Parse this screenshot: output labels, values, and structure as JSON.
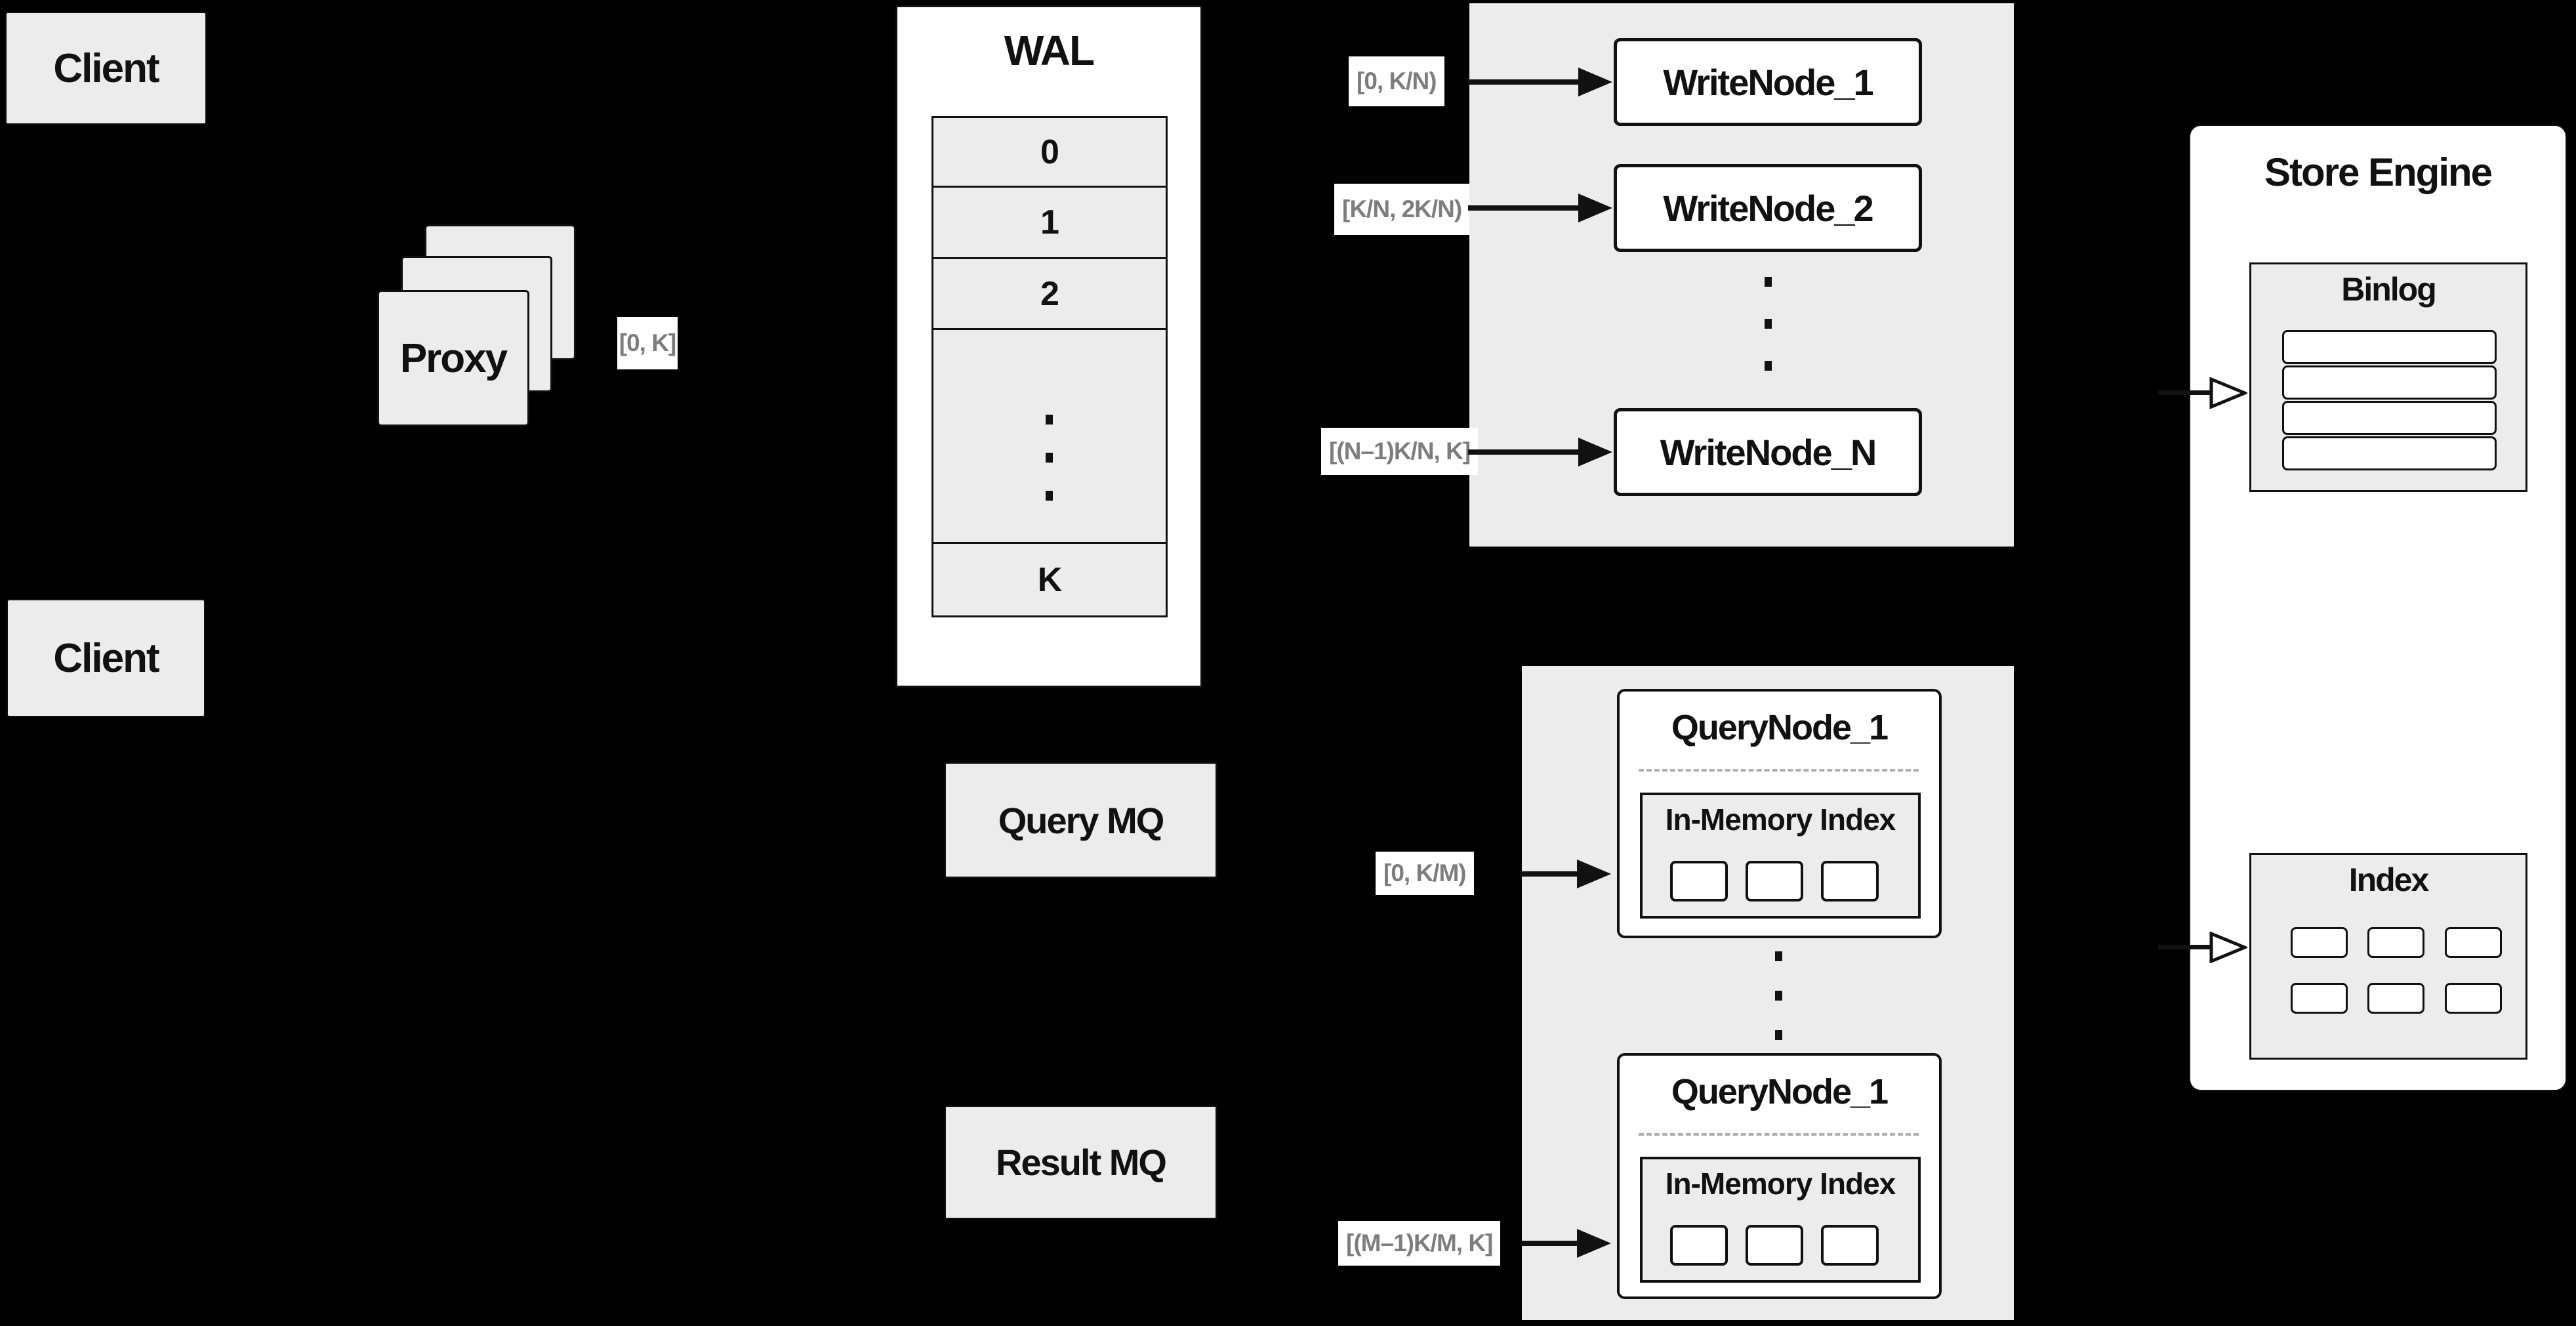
{
  "client_top": {
    "label": "Client"
  },
  "client_bottom": {
    "label": "Client"
  },
  "proxy": {
    "label": "Proxy",
    "range": "[0, K]"
  },
  "wal": {
    "title": "WAL",
    "cells": [
      "0",
      "1",
      "2",
      "K"
    ]
  },
  "write_section": {
    "ranges": [
      "[0, K/N)",
      "[K/N, 2K/N)",
      "[(N–1)K/N, K]"
    ],
    "nodes": [
      "WriteNode_1",
      "WriteNode_2",
      "WriteNode_N"
    ]
  },
  "query_mq": {
    "label": "Query MQ"
  },
  "result_mq": {
    "label": "Result MQ"
  },
  "query_section": {
    "ranges": [
      "[0, K/M)",
      "[(M–1)K/M, K]"
    ],
    "nodes": [
      {
        "title": "QueryNode_1",
        "memory_index": "In-Memory Index"
      },
      {
        "title": "QueryNode_1",
        "memory_index": "In-Memory Index"
      }
    ]
  },
  "store_engine": {
    "title": "Store Engine",
    "binlog_title": "Binlog",
    "index_title": "Index"
  },
  "colors": {
    "background": "#000000",
    "panel": "#ececec",
    "node_fill": "#ffffff",
    "line": "#111111",
    "muted_text": "#7d7d7d"
  }
}
